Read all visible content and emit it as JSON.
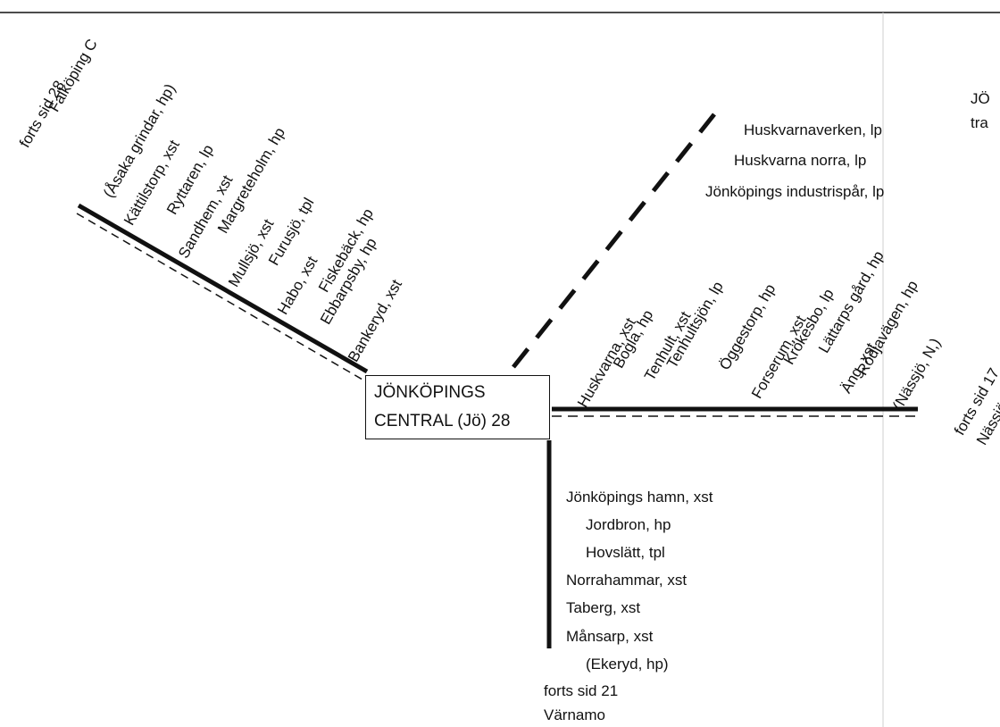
{
  "central": {
    "line1": "JÖNKÖPINGS",
    "line2": "CENTRAL (Jö) 28"
  },
  "northwest": {
    "continuation": [
      "forts sid 28",
      "Falköping C"
    ],
    "stations": [
      "(Åsaka grindar, hp)",
      "Kättilstorp, xst",
      "Ryttaren, lp",
      "Sandhem, xst",
      "Margreteholm, hp",
      "Mullsjö, xst",
      "Furusjö, tpl",
      "Habo, xst",
      "Fiskebäck, hp",
      "Ebbarpsby, hp",
      "Bankeryd, xst"
    ]
  },
  "northeast": {
    "stations": [
      "Huskvarnaverken, lp",
      "Huskvarna norra, lp",
      "Jönköpings industrispår, lp"
    ]
  },
  "east": {
    "stations": [
      "Huskvarna, xst",
      "Bogla, hp",
      "Tenhult, xst",
      "Tenhultsjön, lp",
      "Öggestorp, hp",
      "Forserum, xst",
      "Krökesbo, lp",
      "Lättarps gård, hp",
      "Äng, xst",
      "Rödjavägen, hp",
      "(Nässjö, N,)"
    ],
    "continuation": [
      "forts sid 17",
      "Nässjö"
    ]
  },
  "south": {
    "stations": [
      "Jönköpings hamn, xst",
      "Jordbron, hp",
      "Hovslätt, tpl",
      "Norrahammar, xst",
      "Taberg, xst",
      "Månsarp, xst",
      "(Ekeryd, hp)"
    ],
    "continuation": [
      "forts sid 21",
      "Värnamo"
    ]
  },
  "edge_fragments": {
    "top": "JÖ",
    "bottom": "tra"
  }
}
